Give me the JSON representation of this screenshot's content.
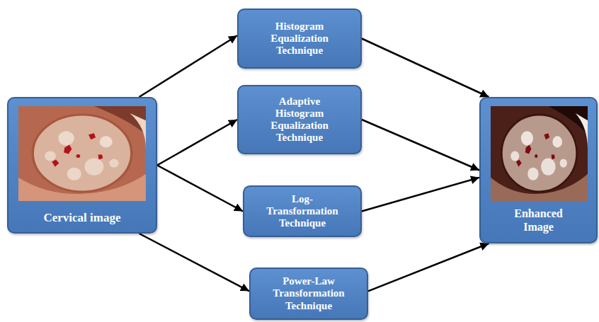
{
  "diagram": {
    "nodes": [
      {
        "text": [
          "Cervical image"
        ]
      },
      {
        "text": [
          "Histogram Equalization Technique"
        ]
      },
      {
        "text": [
          "Adaptive Histogram Equalization Technique"
        ]
      },
      {
        "text": [
          "Log- Transformation Technique"
        ]
      },
      {
        "text": [
          "Power-Law Transformation Technique"
        ]
      },
      {
        "text": [
          "Enhanced Image"
        ]
      }
    ],
    "edges": [
      {
        "from": 0,
        "to": 1,
        "arrow": "to"
      },
      {
        "from": 0,
        "to": 2,
        "arrow": "to"
      },
      {
        "from": 0,
        "to": 3,
        "arrow": "to"
      },
      {
        "from": 0,
        "to": 4,
        "arrow": "to"
      },
      {
        "from": 1,
        "to": 5,
        "arrow": "to"
      },
      {
        "from": 2,
        "to": 5,
        "arrow": "to"
      },
      {
        "from": 3,
        "to": 5,
        "arrow": "to"
      },
      {
        "from": 4,
        "to": 5,
        "arrow": "to"
      }
    ]
  }
}
